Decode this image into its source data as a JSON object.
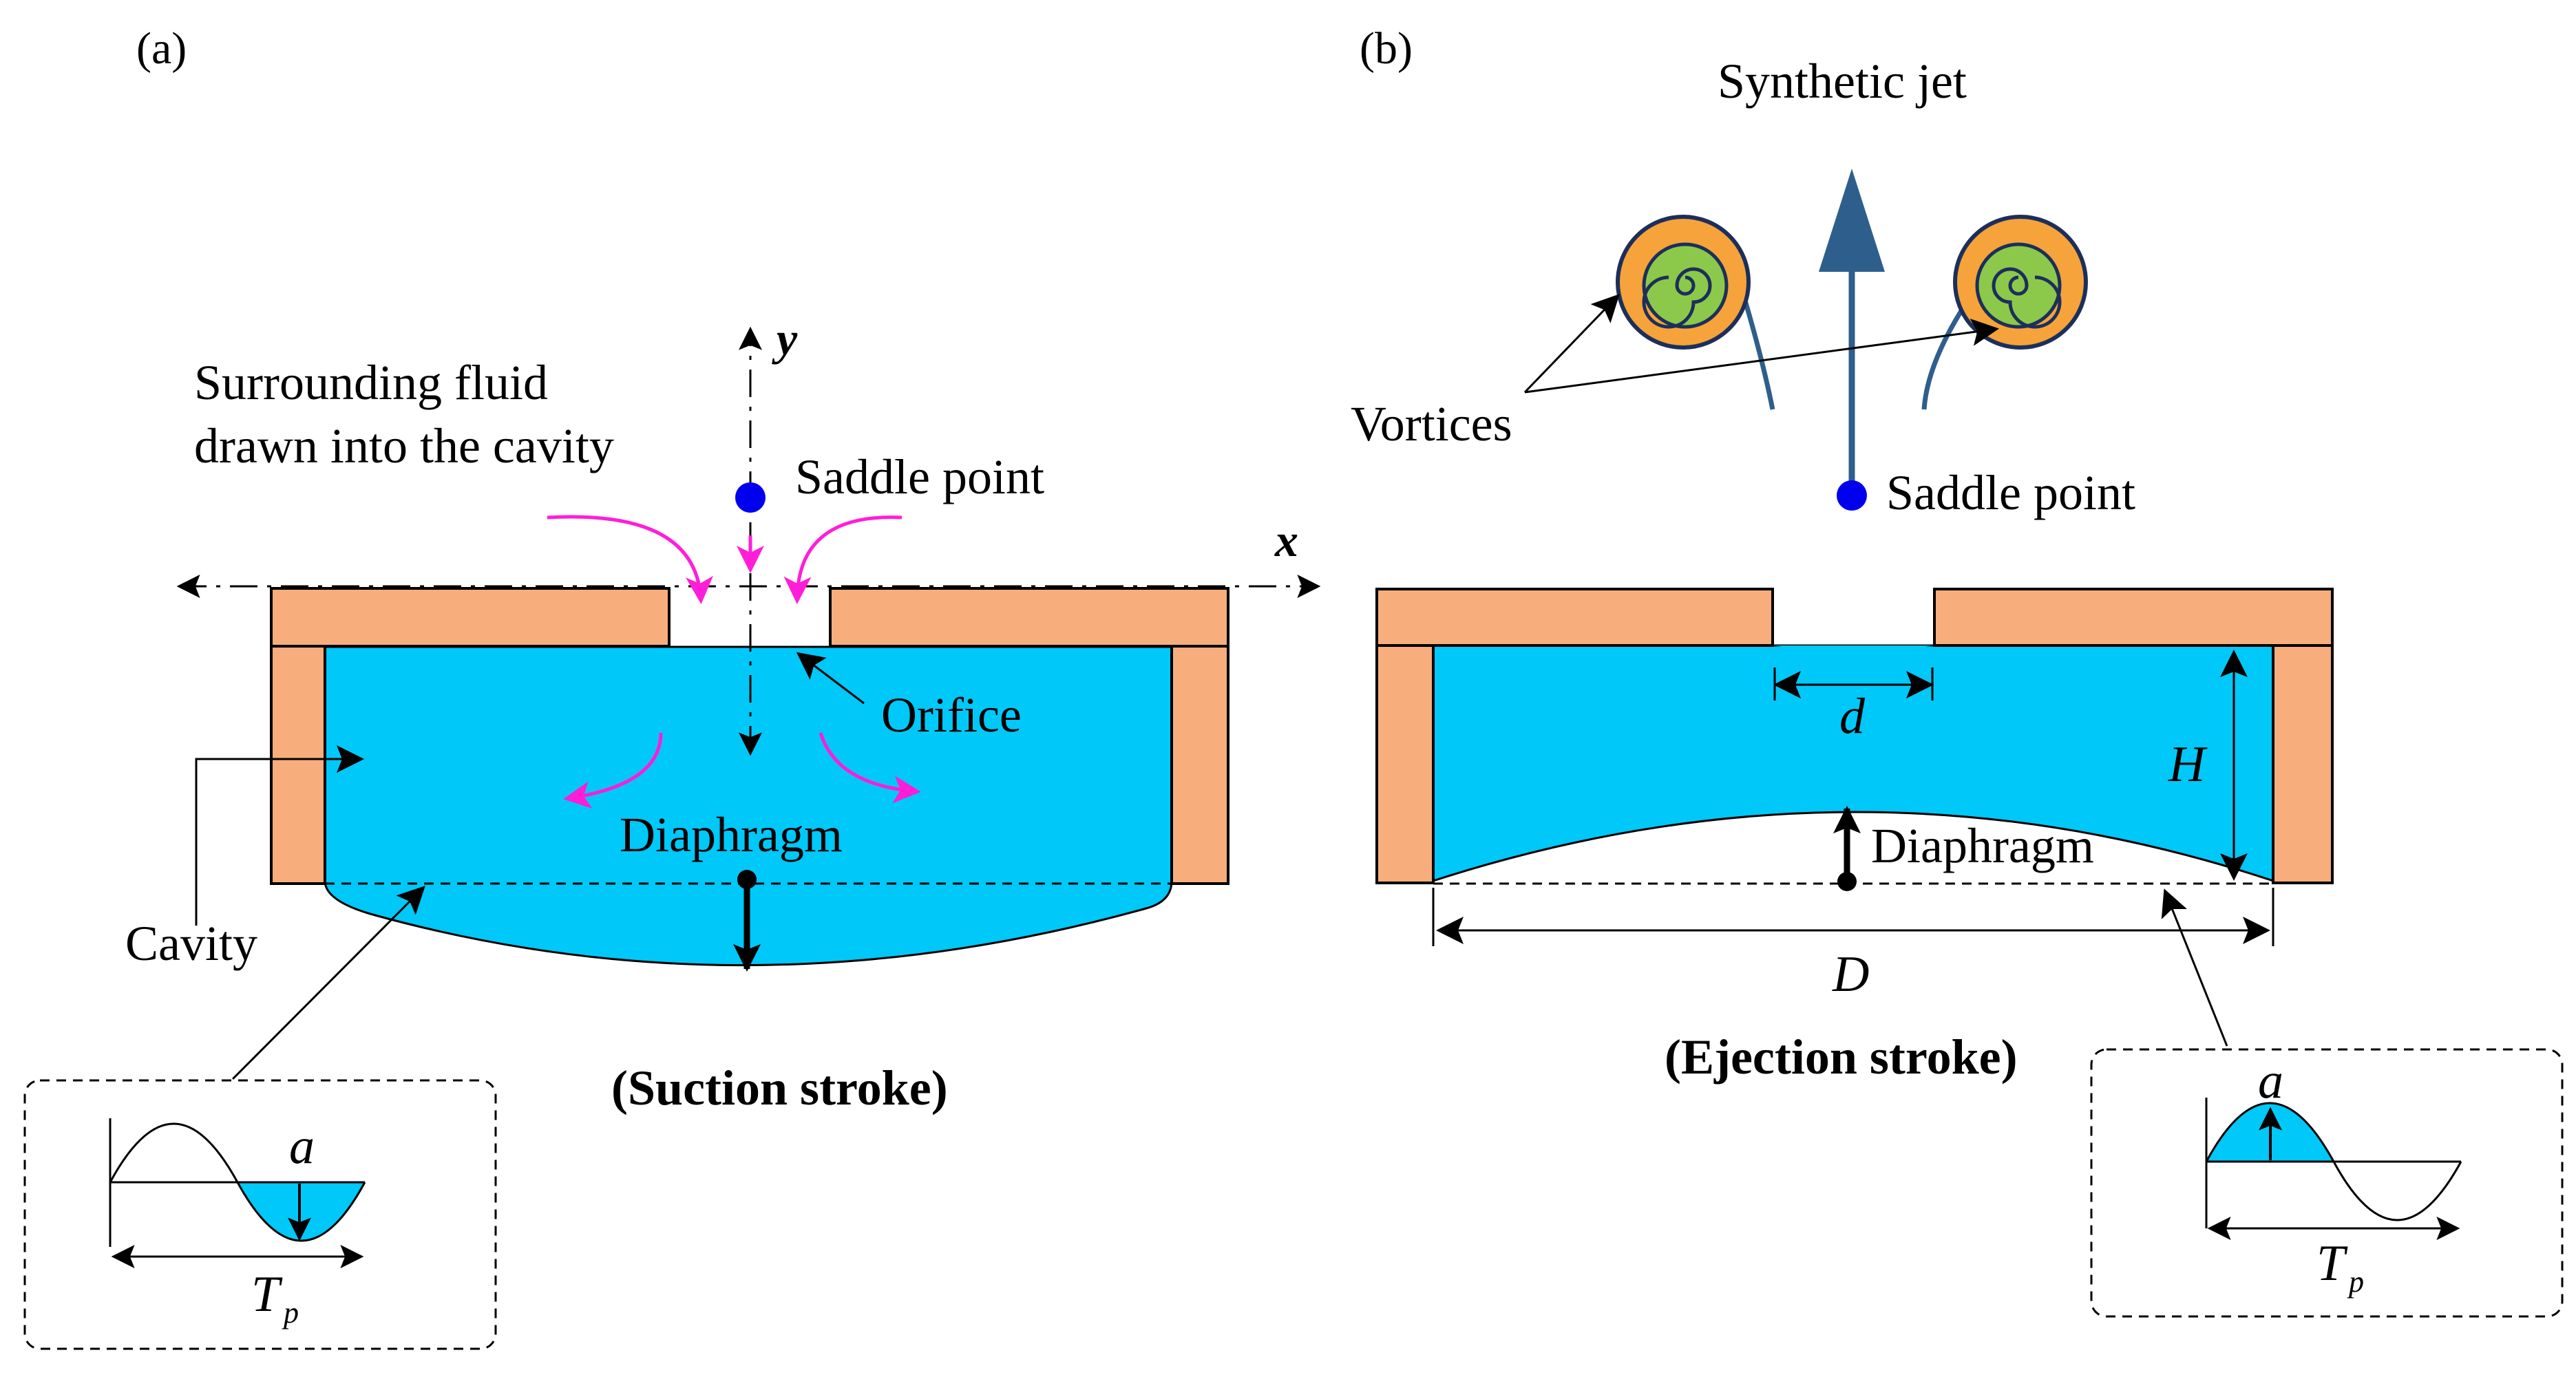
{
  "panel_a": {
    "tag": "(a)",
    "fluid_label_line1": "Surrounding fluid",
    "fluid_label_line2": "drawn into the cavity",
    "saddle_point": "Saddle point",
    "axis_y": "y",
    "axis_x": "x",
    "orifice": "Orifice",
    "diaphragm": "Diaphragm",
    "cavity": "Cavity",
    "stroke": "(Suction stroke)",
    "inset_amplitude": "a",
    "inset_period": "T",
    "inset_period_sub": "p"
  },
  "panel_b": {
    "tag": "(b)",
    "jet": "Synthetic jet",
    "vortices": "Vortices",
    "saddle_point": "Saddle point",
    "orifice_width": "d",
    "cavity_height": "H",
    "diaphragm": "Diaphragm",
    "cavity_diameter": "D",
    "stroke": "(Ejection stroke)",
    "inset_amplitude": "a",
    "inset_period": "T",
    "inset_period_sub": "p"
  },
  "colors": {
    "fluid": "#00c8f8",
    "wall": "#f7ae7c",
    "flow_arrow": "#ff1ed8",
    "saddle": "#0000ee",
    "jet": "#2e5f8c",
    "vortex_outer": "#f5a33a",
    "vortex_inner": "#8cc94a"
  }
}
